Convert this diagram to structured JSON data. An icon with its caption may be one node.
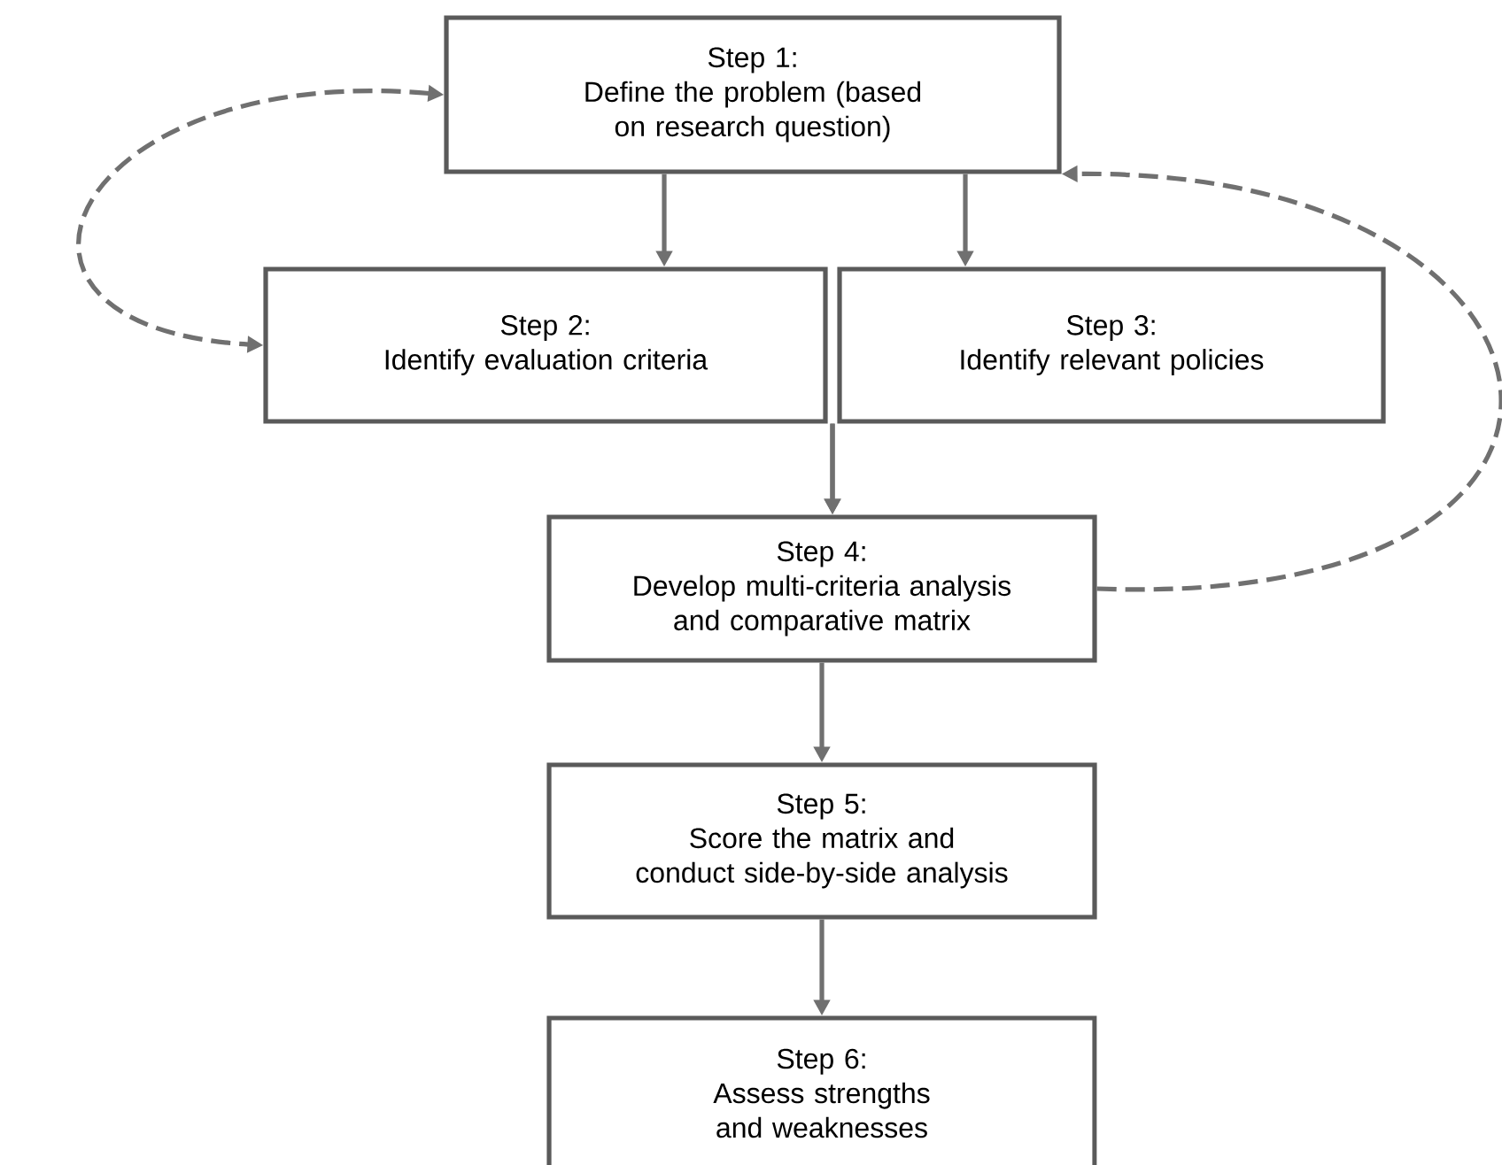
{
  "diagram": {
    "nodes": [
      {
        "text": [
          "Step 1:",
          "Define the problem (based on research question)"
        ]
      },
      {
        "text": [
          "Step 2:",
          "Identify evaluation criteria"
        ]
      },
      {
        "text": [
          "Step 3:",
          "Identify relevant policies"
        ]
      },
      {
        "text": [
          "Step 4:",
          "Develop multi-criteria analysis and comparative matrix"
        ]
      },
      {
        "text": [
          "Step 5:",
          "Score the matrix and conduct side-by-side analysis"
        ]
      },
      {
        "text": [
          "Step 6:",
          "Assess strengths and weaknesses"
        ]
      }
    ],
    "edges": [
      {
        "from": 0,
        "to": 1,
        "arrow": "to"
      },
      {
        "from": 0,
        "to": 2,
        "arrow": "to"
      },
      {
        "from": 1,
        "to": 3,
        "arrow": "to"
      },
      {
        "from": 2,
        "to": 3,
        "arrow": "to"
      },
      {
        "from": 3,
        "to": 4,
        "arrow": "to"
      },
      {
        "from": 4,
        "to": 5,
        "arrow": "to"
      },
      {
        "from": 0,
        "to": 1,
        "arrow": "both",
        "style": "dashed"
      },
      {
        "from": 3,
        "to": 0,
        "arrow": "to",
        "style": "dashed"
      }
    ]
  }
}
